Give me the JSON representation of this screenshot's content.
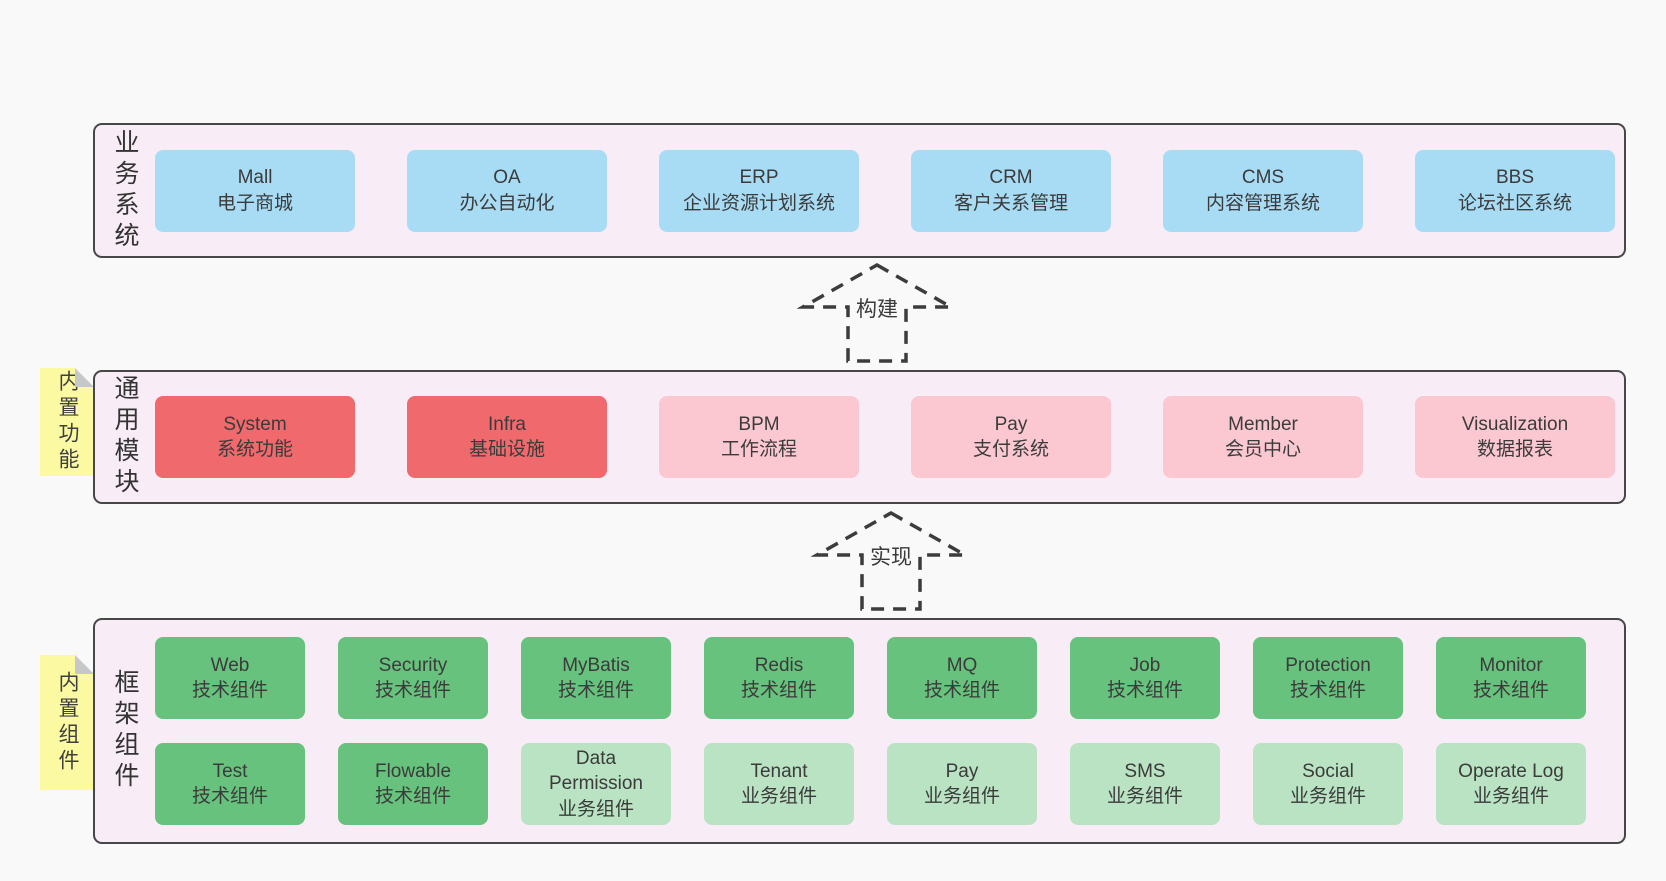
{
  "colors": {
    "blue": "#a8dcf5",
    "red": "#f0696c",
    "pink": "#fbc8d1",
    "green": "#67c27d",
    "lightgreen": "#b9e3c3",
    "band_bg": "#f8edf6",
    "sticky_yellow": "#fbf9a2",
    "dash": "#3c3c3c"
  },
  "stickies": [
    {
      "label": "内置功能"
    },
    {
      "label": "内置组件"
    }
  ],
  "arrows": [
    {
      "label": "构建"
    },
    {
      "label": "实现"
    }
  ],
  "bands": [
    {
      "name": "business-systems",
      "label": "业务系统",
      "rows": [
        [
          {
            "title": "Mall",
            "subtitle": "电子商城",
            "variant": "blue"
          },
          {
            "title": "OA",
            "subtitle": "办公自动化",
            "variant": "blue"
          },
          {
            "title": "ERP",
            "subtitle": "企业资源计划系统",
            "variant": "blue"
          },
          {
            "title": "CRM",
            "subtitle": "客户关系管理",
            "variant": "blue"
          },
          {
            "title": "CMS",
            "subtitle": "内容管理系统",
            "variant": "blue"
          },
          {
            "title": "BBS",
            "subtitle": "论坛社区系统",
            "variant": "blue"
          }
        ]
      ]
    },
    {
      "name": "common-modules",
      "label": "通用模块",
      "rows": [
        [
          {
            "title": "System",
            "subtitle": "系统功能",
            "variant": "red"
          },
          {
            "title": "Infra",
            "subtitle": "基础设施",
            "variant": "red"
          },
          {
            "title": "BPM",
            "subtitle": "工作流程",
            "variant": "pink"
          },
          {
            "title": "Pay",
            "subtitle": "支付系统",
            "variant": "pink"
          },
          {
            "title": "Member",
            "subtitle": "会员中心",
            "variant": "pink"
          },
          {
            "title": "Visualization",
            "subtitle": "数据报表",
            "variant": "pink"
          }
        ]
      ]
    },
    {
      "name": "framework-components",
      "label": "框架组件",
      "rows": [
        [
          {
            "title": "Web",
            "subtitle": "技术组件",
            "variant": "green"
          },
          {
            "title": "Security",
            "subtitle": "技术组件",
            "variant": "green"
          },
          {
            "title": "MyBatis",
            "subtitle": "技术组件",
            "variant": "green"
          },
          {
            "title": "Redis",
            "subtitle": "技术组件",
            "variant": "green"
          },
          {
            "title": "MQ",
            "subtitle": "技术组件",
            "variant": "green"
          },
          {
            "title": "Job",
            "subtitle": "技术组件",
            "variant": "green"
          },
          {
            "title": "Protection",
            "subtitle": "技术组件",
            "variant": "green"
          },
          {
            "title": "Monitor",
            "subtitle": "技术组件",
            "variant": "green"
          }
        ],
        [
          {
            "title": "Test",
            "subtitle": "技术组件",
            "variant": "green"
          },
          {
            "title": "Flowable",
            "subtitle": "技术组件",
            "variant": "green"
          },
          {
            "title": "Data Permission",
            "subtitle": "业务组件",
            "variant": "lightgreen"
          },
          {
            "title": "Tenant",
            "subtitle": "业务组件",
            "variant": "lightgreen"
          },
          {
            "title": "Pay",
            "subtitle": "业务组件",
            "variant": "lightgreen"
          },
          {
            "title": "SMS",
            "subtitle": "业务组件",
            "variant": "lightgreen"
          },
          {
            "title": "Social",
            "subtitle": "业务组件",
            "variant": "lightgreen"
          },
          {
            "title": "Operate Log",
            "subtitle": "业务组件",
            "variant": "lightgreen"
          }
        ]
      ]
    }
  ]
}
